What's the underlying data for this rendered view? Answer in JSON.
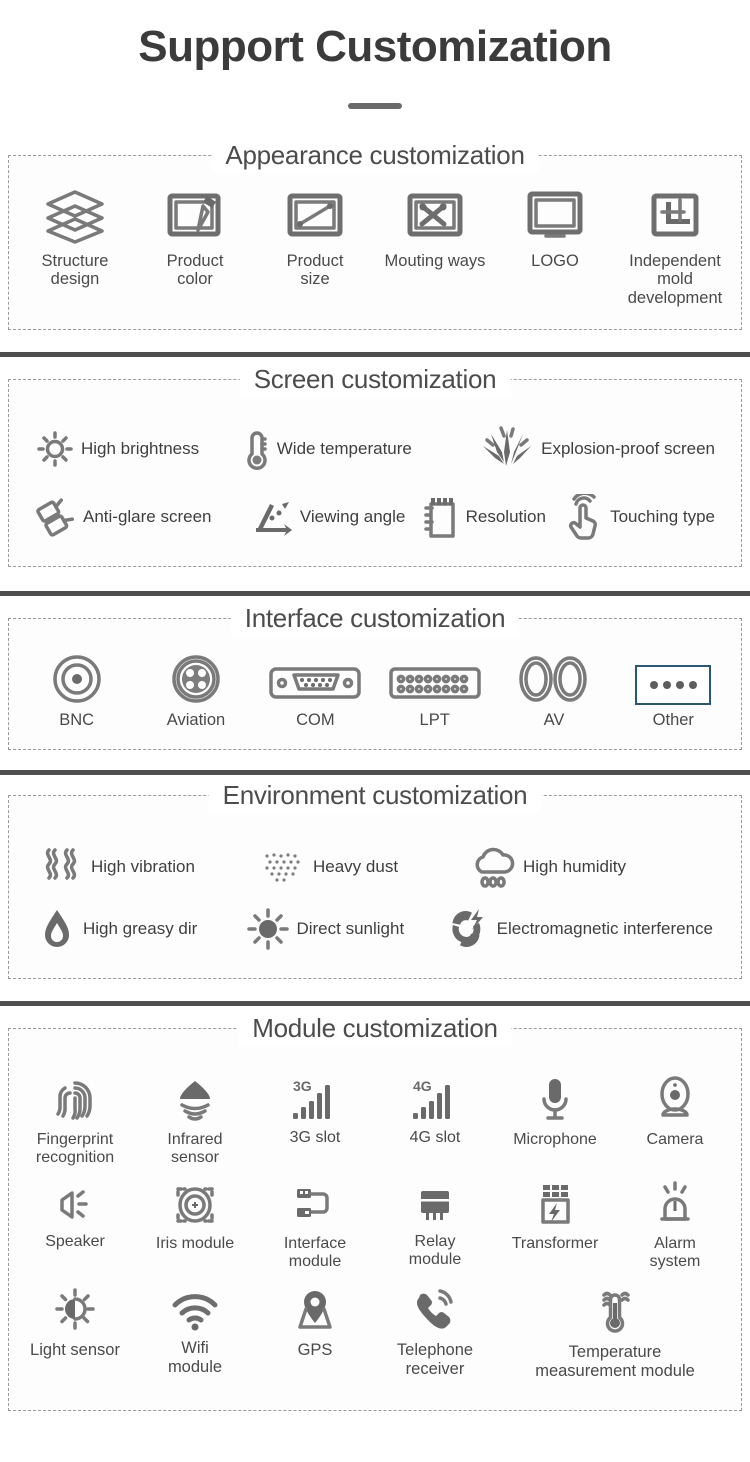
{
  "page": {
    "title": "Support Customization",
    "background": "#ffffff",
    "text_color": "#4a4a4a",
    "accent_color": "#2d5671",
    "divider_color": "#4e4e4e"
  },
  "sections": [
    {
      "id": "appearance",
      "title": "Appearance customization",
      "layout": "icon-above-label",
      "items": [
        {
          "icon": "layers-icon",
          "label": "Structure\ndesign"
        },
        {
          "icon": "screen-pen-icon",
          "label": "Product\ncolor"
        },
        {
          "icon": "screen-diagonal-icon",
          "label": "Product\nsize"
        },
        {
          "icon": "tools-screen-icon",
          "label": "Mouting ways"
        },
        {
          "icon": "monitor-logo-icon",
          "label": "LOGO"
        },
        {
          "icon": "mold-crop-icon",
          "label": "Independent\nmold development"
        }
      ]
    },
    {
      "id": "screen",
      "title": "Screen customization",
      "layout": "icon-left-label",
      "rows": [
        [
          {
            "icon": "brightness-sun-icon",
            "label": "High brightness"
          },
          {
            "icon": "thermometer-icon",
            "label": "Wide temperature"
          },
          {
            "icon": "shatter-burst-icon",
            "label": "Explosion-proof screen"
          }
        ],
        [
          {
            "icon": "anti-glare-icon",
            "label": "Anti-glare screen"
          },
          {
            "icon": "viewing-angle-icon",
            "label": "Viewing angle"
          },
          {
            "icon": "resolution-ruler-icon",
            "label": "Resolution"
          },
          {
            "icon": "touch-hand-icon",
            "label": "Touching type"
          }
        ]
      ]
    },
    {
      "id": "interface",
      "title": "Interface customization",
      "layout": "icon-above-label",
      "items": [
        {
          "icon": "bnc-connector-icon",
          "label": "BNC"
        },
        {
          "icon": "aviation-connector-icon",
          "label": "Aviation"
        },
        {
          "icon": "com-db9-port-icon",
          "label": "COM"
        },
        {
          "icon": "lpt-port-icon",
          "label": "LPT"
        },
        {
          "icon": "av-jack-icon",
          "label": "AV"
        },
        {
          "icon": "other-dots-icon",
          "label": "Other",
          "highlighted": true
        }
      ]
    },
    {
      "id": "environment",
      "title": "Environment customization",
      "layout": "icon-left-label",
      "rows": [
        [
          {
            "icon": "vibration-waves-icon",
            "label": "High vibration"
          },
          {
            "icon": "dust-particles-icon",
            "label": "Heavy dust"
          },
          {
            "icon": "humidity-cloud-icon",
            "label": "High humidity"
          }
        ],
        [
          {
            "icon": "oil-drop-icon",
            "label": "High greasy dir"
          },
          {
            "icon": "sun-icon",
            "label": "Direct sunlight"
          },
          {
            "icon": "magnet-bolt-icon",
            "label": "Electromagnetic interference"
          }
        ]
      ]
    },
    {
      "id": "module",
      "title": "Module customization",
      "layout": "icon-above-label",
      "rows": [
        [
          {
            "icon": "fingerprint-icon",
            "label": "Fingerprint\nrecognition"
          },
          {
            "icon": "infrared-sensor-icon",
            "label": "Infrared\nsensor"
          },
          {
            "icon": "signal-3g-icon",
            "label": "3G slot"
          },
          {
            "icon": "signal-4g-icon",
            "label": "4G slot"
          },
          {
            "icon": "microphone-icon",
            "label": "Microphone"
          },
          {
            "icon": "camera-icon",
            "label": "Camera"
          }
        ],
        [
          {
            "icon": "speaker-icon",
            "label": "Speaker"
          },
          {
            "icon": "iris-eye-icon",
            "label": "Iris module"
          },
          {
            "icon": "usb-interface-icon",
            "label": "Interface\nmodule"
          },
          {
            "icon": "relay-icon",
            "label": "Relay\nmodule"
          },
          {
            "icon": "transformer-icon",
            "label": "Transformer"
          },
          {
            "icon": "alarm-light-icon",
            "label": "Alarm\nsystem"
          }
        ],
        [
          {
            "icon": "light-sensor-icon",
            "label": "Light sensor"
          },
          {
            "icon": "wifi-icon",
            "label": "Wifi\nmodule"
          },
          {
            "icon": "gps-pin-icon",
            "label": "GPS"
          },
          {
            "icon": "telephone-icon",
            "label": "Telephone\nreceiver"
          },
          {
            "icon": "temperature-module-icon",
            "label": "Temperature\nmeasurement module"
          }
        ]
      ]
    }
  ]
}
